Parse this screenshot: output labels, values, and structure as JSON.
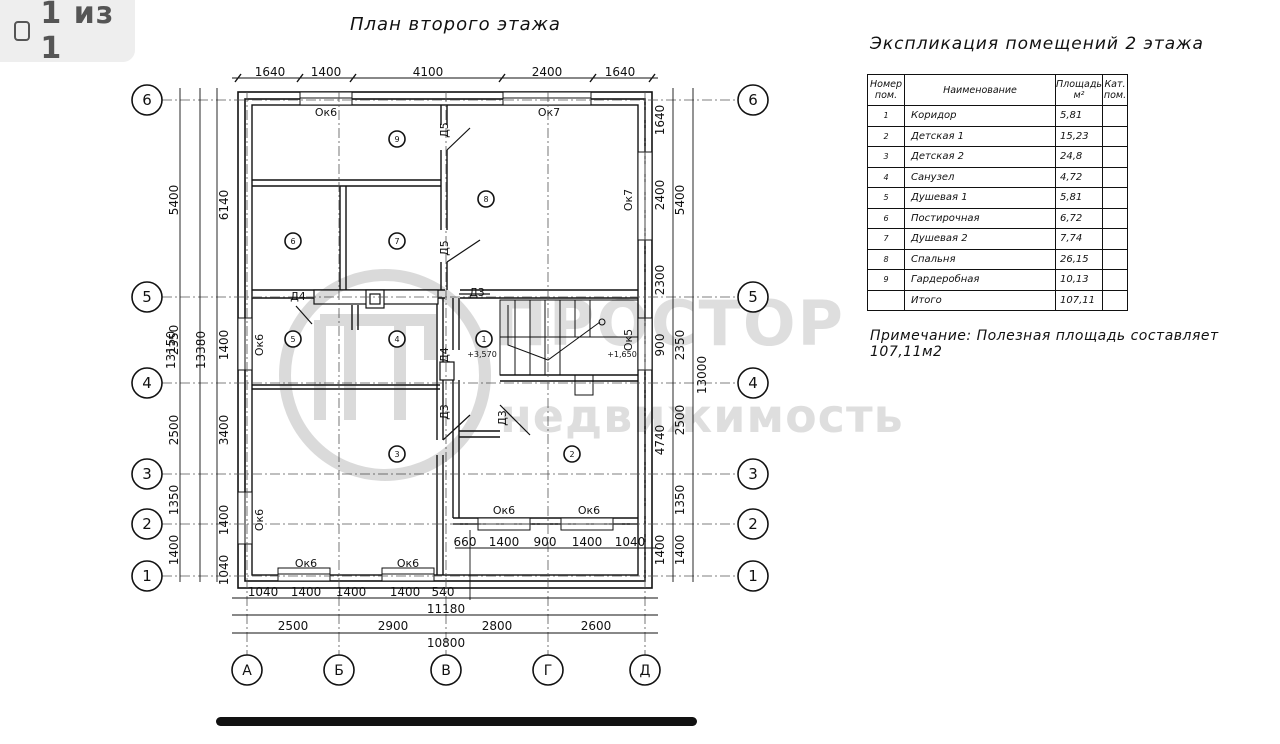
{
  "viewer": {
    "page_counter": "1 из 1"
  },
  "plan": {
    "title": "План второго этажа",
    "axes_vertical": [
      "6",
      "5",
      "4",
      "3",
      "2",
      "1"
    ],
    "axes_horizontal": [
      "А",
      "Б",
      "В",
      "Г",
      "Д"
    ],
    "top_dimensions": [
      "1640",
      "1400",
      "4100",
      "2400",
      "1640"
    ],
    "bottom_dims_row1": [
      "1040",
      "1400",
      "1400",
      "1400",
      "540"
    ],
    "bottom_total_inner": "11180",
    "bottom_dims_row2": [
      "2500",
      "2900",
      "2800",
      "2600"
    ],
    "bottom_total": "10800",
    "bottom_right_dims": [
      "660",
      "1400",
      "900",
      "1400",
      "1040"
    ],
    "left_dims_inner": [
      "5400",
      "2350",
      "2500",
      "1350",
      "1400"
    ],
    "left_dims_mid": [
      "6140",
      "1400",
      "3400",
      "1400",
      "1040"
    ],
    "left_totals": [
      "13150",
      "13380"
    ],
    "right_dims_inner": [
      "1640",
      "2400",
      "2300",
      "900",
      "1400"
    ],
    "right_dims_outer": [
      "5400",
      "2350",
      "2500",
      "1350",
      "1400"
    ],
    "right_totals": [
      "13000",
      "4740"
    ],
    "windows": [
      "Ок6",
      "Ок7",
      "Ок7",
      "Ок6",
      "Ок5",
      "Ок6",
      "Ок6",
      "Ок6",
      "Ок6",
      "Ок6"
    ],
    "doors": [
      "Д5",
      "Д5",
      "Д4",
      "Д3",
      "Д4",
      "Д3",
      "Д3"
    ],
    "room_markers": [
      "9",
      "8",
      "6",
      "7",
      "5",
      "4",
      "1",
      "3",
      "2"
    ],
    "levels": [
      "+3,570",
      "+1,650"
    ],
    "watermark": {
      "line1": "ПРОСТОР",
      "line2": "недвижимость"
    }
  },
  "explication": {
    "title": "Экспликация помещений 2 этажа",
    "headers": [
      "Номер пом.",
      "Наименование",
      "Площадь м²",
      "Кат. пом."
    ],
    "rows": [
      {
        "num": "1",
        "name": "Коридор",
        "area": "5,81"
      },
      {
        "num": "2",
        "name": "Детская 1",
        "area": "15,23"
      },
      {
        "num": "3",
        "name": "Детская 2",
        "area": "24,8"
      },
      {
        "num": "4",
        "name": "Санузел",
        "area": "4,72"
      },
      {
        "num": "5",
        "name": "Душевая 1",
        "area": "5,81"
      },
      {
        "num": "6",
        "name": "Постирочная",
        "area": "6,72"
      },
      {
        "num": "7",
        "name": "Душевая 2",
        "area": "7,74"
      },
      {
        "num": "8",
        "name": "Спальня",
        "area": "26,15"
      },
      {
        "num": "9",
        "name": "Гардеробная",
        "area": "10,13"
      }
    ],
    "total": {
      "name": "Итого",
      "area": "107,11"
    }
  },
  "note": "Примечание: Полезная площадь составляет 107,11м2"
}
